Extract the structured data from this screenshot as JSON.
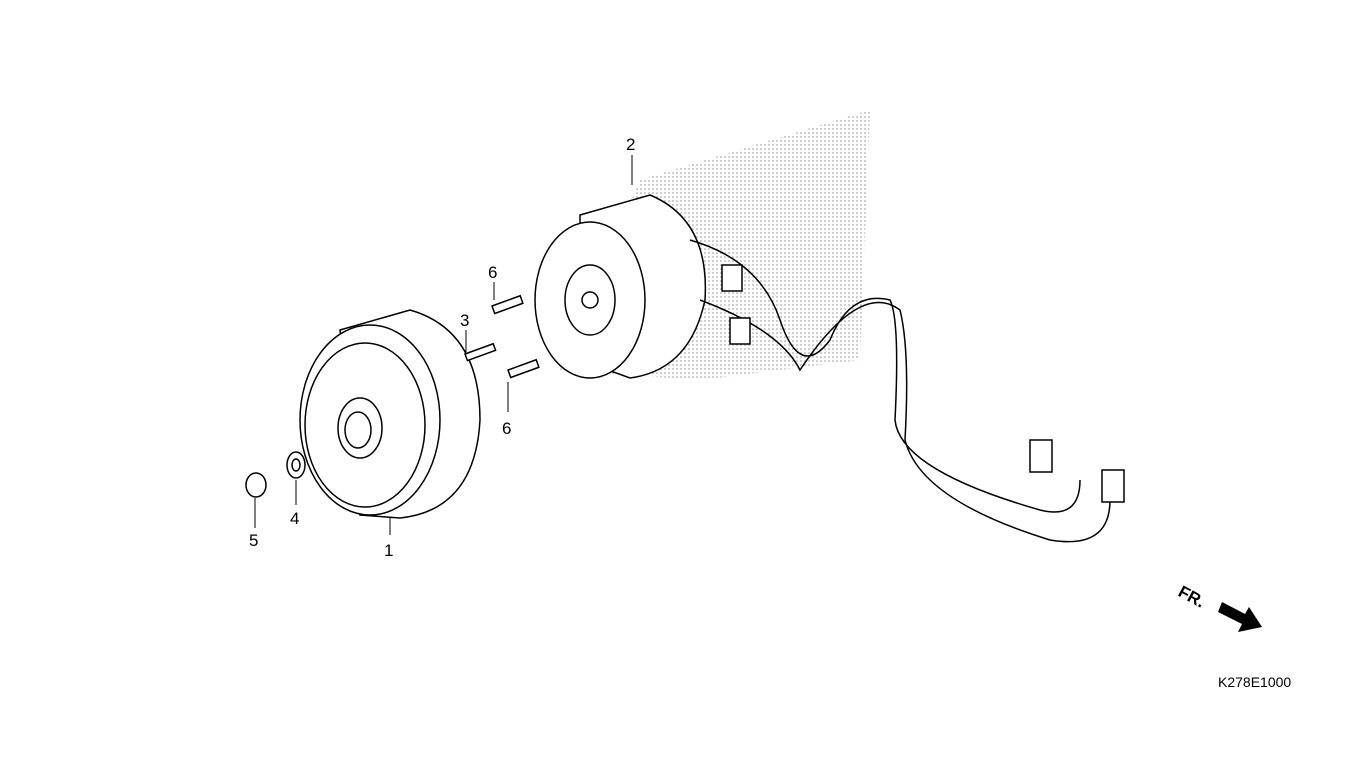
{
  "labels": {
    "p1": "1",
    "p2": "2",
    "p3": "3",
    "p4": "4",
    "p5": "5",
    "p6a": "6",
    "p6b": "6"
  },
  "front_indicator": "FR.",
  "diagram_code": "K278E1000"
}
